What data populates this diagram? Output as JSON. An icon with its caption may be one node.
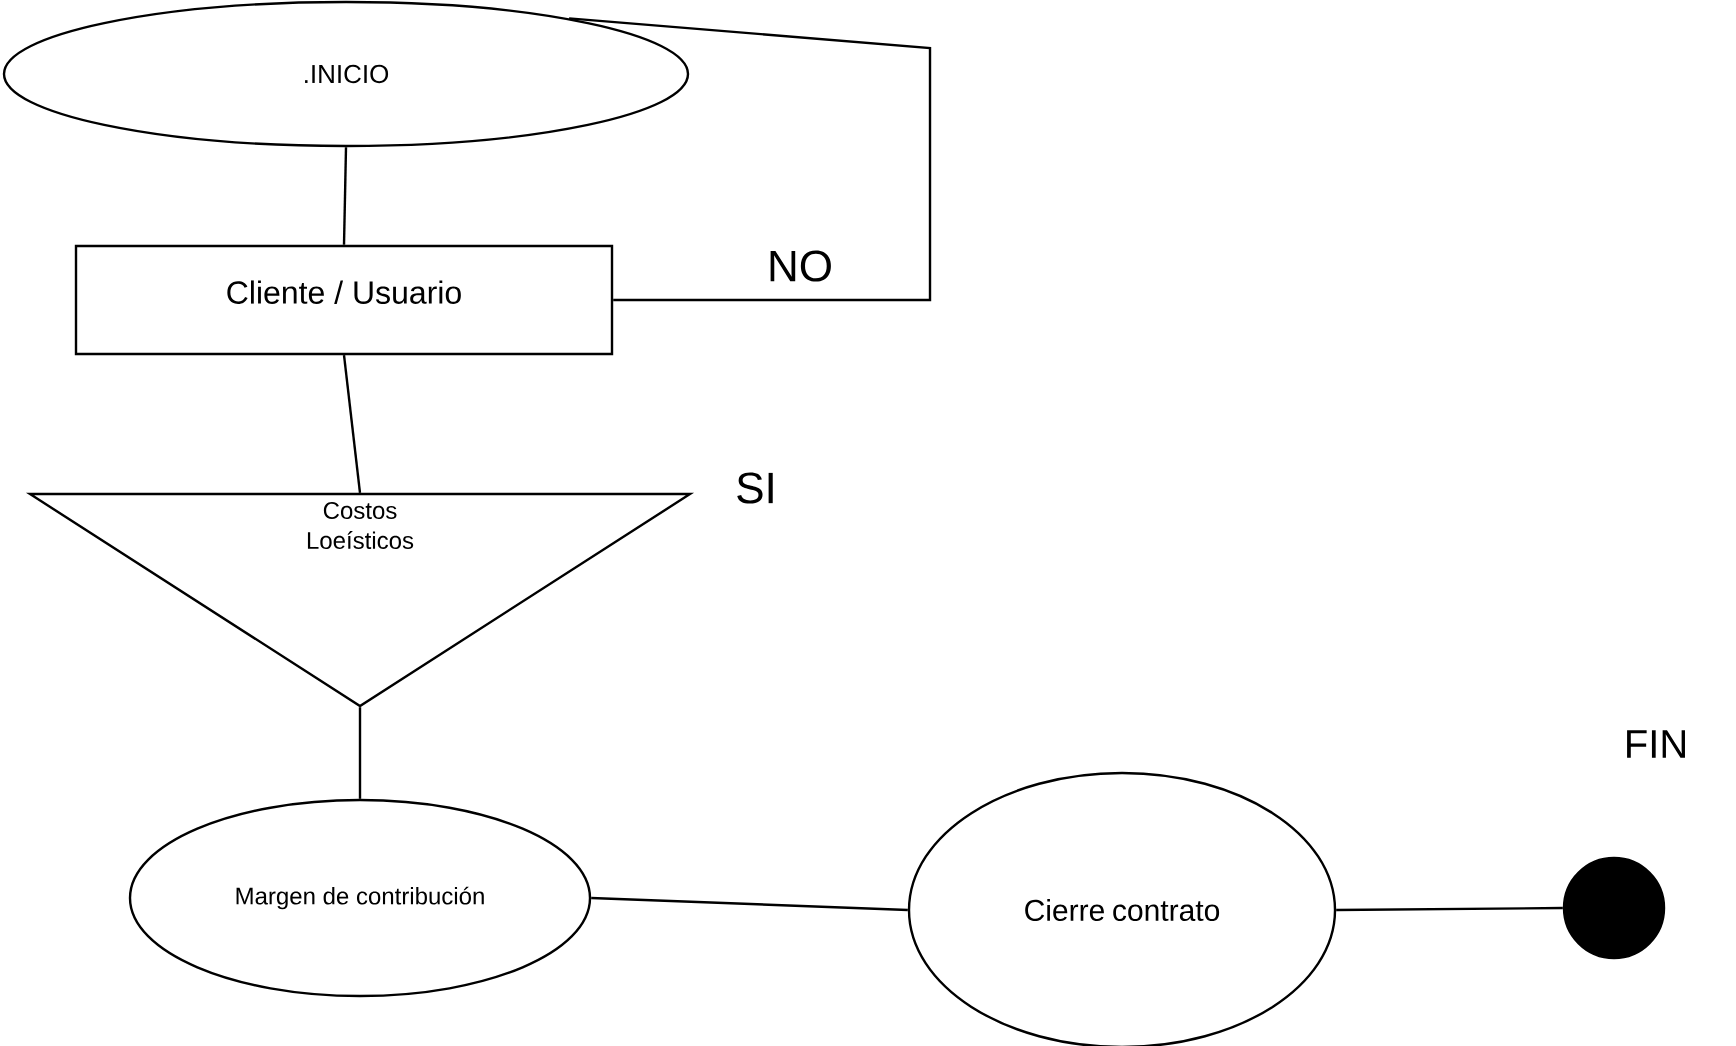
{
  "diagram": {
    "nodes": [
      {
        "text": [
          ".INICIO"
        ]
      },
      {
        "text": [
          "Cliente / Usuario"
        ]
      },
      {
        "text": [
          "Costos Loeísticos"
        ]
      },
      {
        "text": [
          "Margen de contribución"
        ]
      },
      {
        "text": [
          "Cierre contrato"
        ]
      },
      {
        "text": [],
        "shape": "circle",
        "beside": [
          "FIN"
        ]
      }
    ],
    "edges": [
      {
        "from": 0,
        "to": 1,
        "arrow": "none"
      },
      {
        "from": 1,
        "to": 2,
        "arrow": "none"
      },
      {
        "from": 2,
        "to": 3,
        "arrow": "none"
      },
      {
        "from": 3,
        "to": 4,
        "arrow": "none"
      },
      {
        "from": 4,
        "to": 5,
        "arrow": "none"
      },
      {
        "from": 1,
        "to": 0,
        "arrow": "none",
        "label": "NO"
      }
    ],
    "labels": [
      "SI"
    ]
  }
}
